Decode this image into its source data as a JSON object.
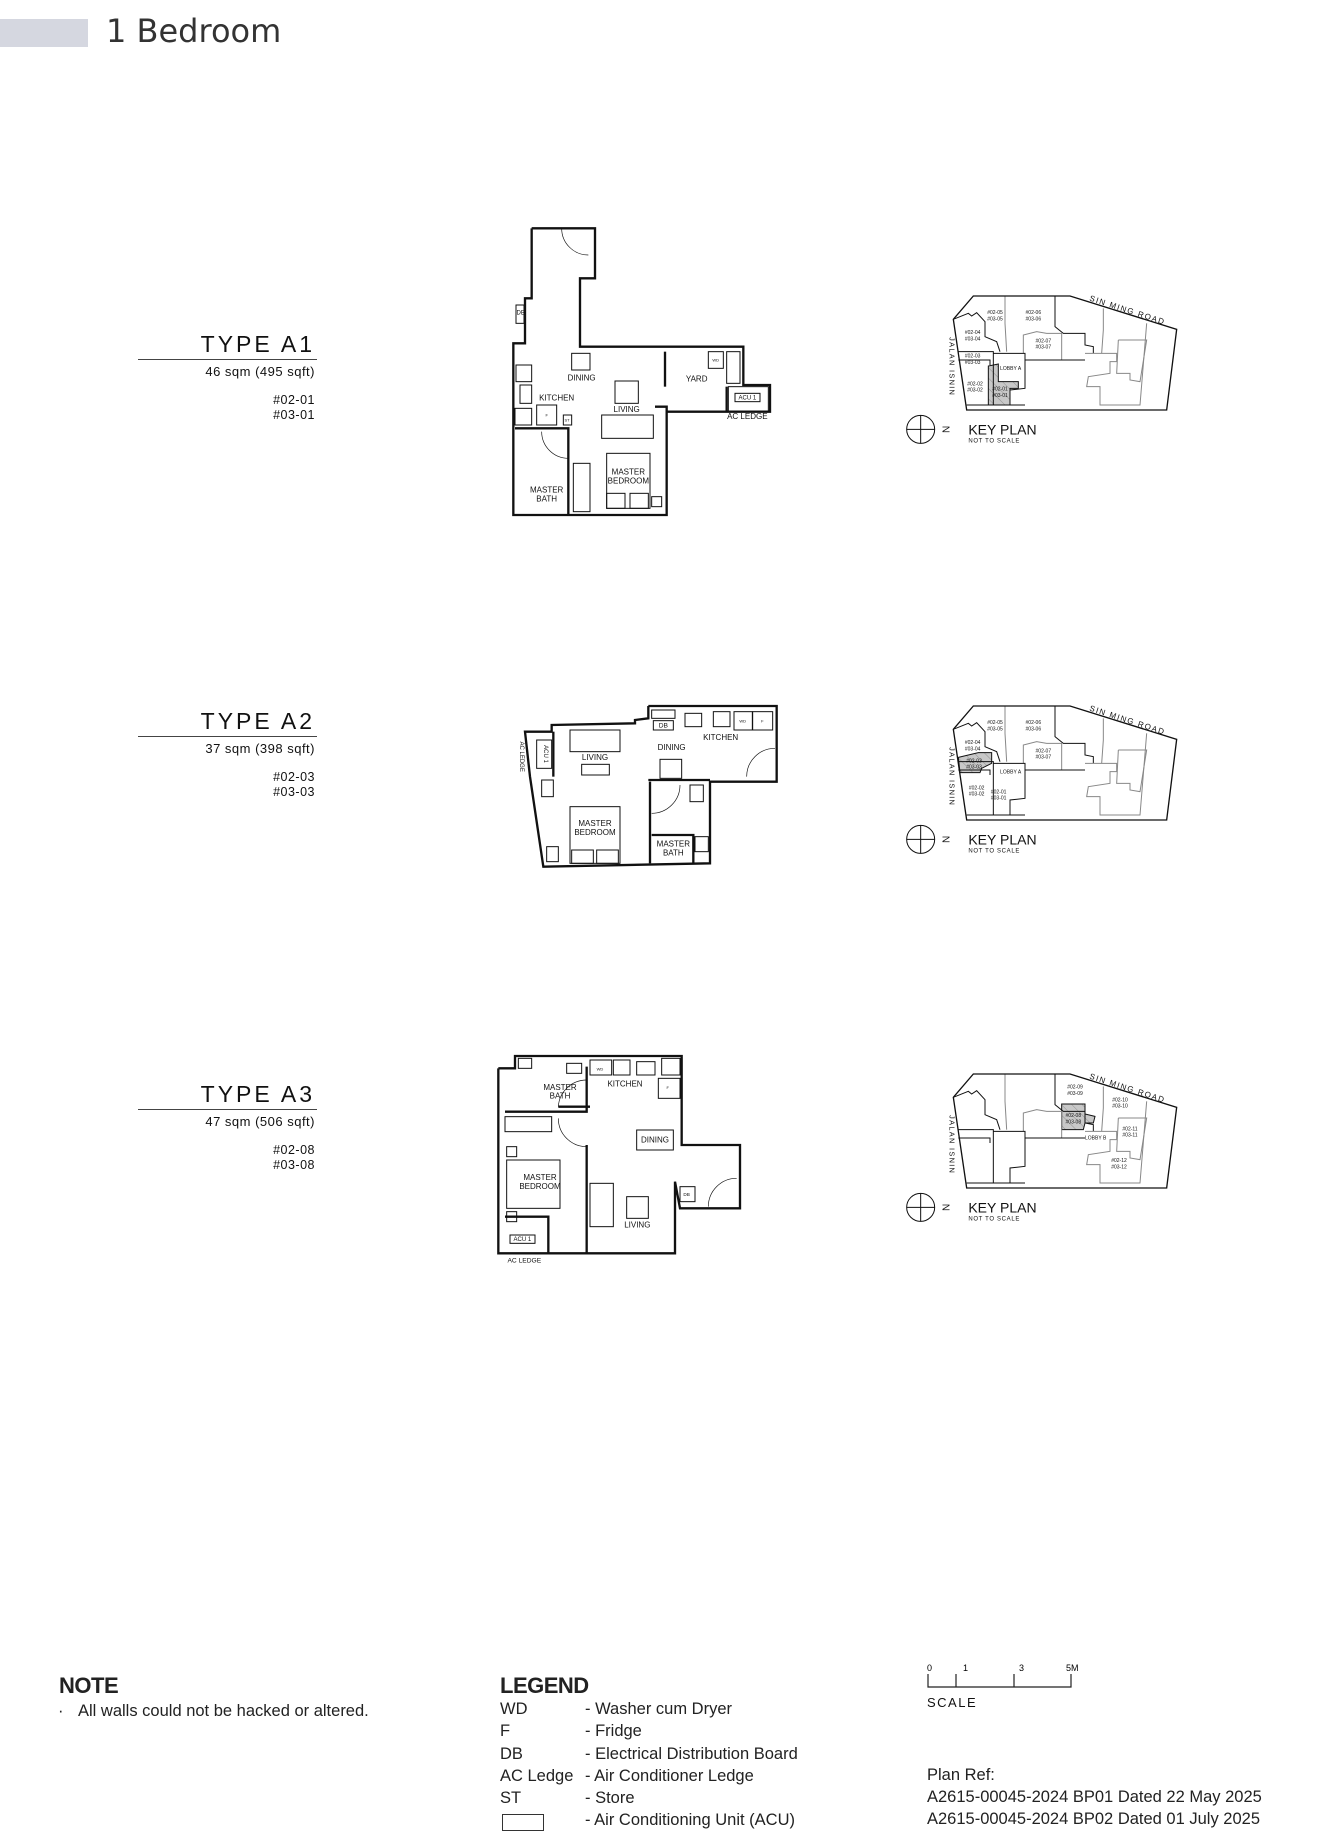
{
  "header": {
    "title": "1 Bedroom"
  },
  "unit_types": [
    {
      "name": "TYPE A1",
      "area": "46 sqm (495 sqft)",
      "units": [
        "#02-01",
        "#03-01"
      ],
      "rooms": {
        "dining": "DINING",
        "kitchen": "KITCHEN",
        "living": "LIVING",
        "yard": "YARD",
        "wd": "WD",
        "acu": "ACU 1",
        "ac_ledge": "AC LEDGE",
        "bed1": "MASTER",
        "bed2": "BEDROOM",
        "bath1": "MASTER",
        "bath2": "BATH",
        "fridge": "F",
        "store": "ST",
        "db": "DB"
      },
      "key_plan": {
        "units": [
          [
            "#02-05",
            "#03-05"
          ],
          [
            "#02-06",
            "#03-06"
          ],
          [
            "#02-04",
            "#03-04"
          ],
          [
            "#02-07",
            "#03-07"
          ],
          [
            "#02-03",
            "#03-03"
          ],
          [
            "#02-02",
            "#03-02"
          ],
          [
            "#02-01",
            "#03-01"
          ]
        ],
        "lobby": "LOBBY A",
        "highlight": "#02-01"
      }
    },
    {
      "name": "TYPE A2",
      "area": "37 sqm (398 sqft)",
      "units": [
        "#02-03",
        "#03-03"
      ],
      "rooms": {
        "living": "LIVING",
        "dining": "DINING",
        "kitchen": "KITCHEN",
        "bed1": "MASTER",
        "bed2": "BEDROOM",
        "bath1": "MASTER",
        "bath2": "BATH",
        "db": "DB",
        "acu": "ACU 1",
        "ac_ledge": "AC LEDGE",
        "wd": "WD",
        "fridge": "F"
      },
      "key_plan": {
        "units": [
          [
            "#02-05",
            "#03-05"
          ],
          [
            "#02-06",
            "#03-06"
          ],
          [
            "#02-04",
            "#03-04"
          ],
          [
            "#02-07",
            "#03-07"
          ],
          [
            "#02-03",
            "#03-03"
          ],
          [
            "#02-02",
            "#03-02"
          ],
          [
            "#02-01",
            "#03-01"
          ]
        ],
        "lobby": "LOBBY A",
        "highlight": "#02-03"
      }
    },
    {
      "name": "TYPE A3",
      "area": "47 sqm (506 sqft)",
      "units": [
        "#02-08",
        "#03-08"
      ],
      "rooms": {
        "bath1": "MASTER",
        "bath2": "BATH",
        "kitchen": "KITCHEN",
        "dining": "DINING",
        "bed1": "MASTER",
        "bed2": "BEDROOM",
        "living": "LIVING",
        "acu": "ACU 1",
        "ac_ledge": "AC LEDGE",
        "db": "DB",
        "fridge": "F",
        "wd": "WD"
      },
      "key_plan": {
        "units": [
          [
            "#02-09",
            "#03-09"
          ],
          [
            "#02-10",
            "#03-10"
          ],
          [
            "#02-08",
            "#03-08"
          ],
          [
            "#02-11",
            "#03-11"
          ],
          [
            "#02-12",
            "#03-12"
          ]
        ],
        "lobby": "LOBBY B",
        "highlight": "#02-08"
      }
    }
  ],
  "key_plan_common": {
    "title": "KEY PLAN",
    "subtitle": "NOT TO SCALE",
    "road_top": "SIN MING ROAD",
    "road_left": "JALAN ISNIN",
    "north": "N",
    "highlight_color": "#c8c8c8"
  },
  "note": {
    "heading": "NOTE",
    "bullet": "·",
    "items": [
      "All walls could not be hacked or altered."
    ]
  },
  "legend": {
    "heading": "LEGEND",
    "items": [
      {
        "abbr": "WD",
        "desc": "Washer cum Dryer"
      },
      {
        "abbr": "F",
        "desc": "Fridge"
      },
      {
        "abbr": "DB",
        "desc": "Electrical Distribution Board"
      },
      {
        "abbr": "AC Ledge",
        "desc": "Air Conditioner Ledge"
      },
      {
        "abbr": "ST",
        "desc": "Store"
      },
      {
        "abbr": "",
        "desc": "Air Conditioning Unit (ACU)"
      }
    ]
  },
  "scale": {
    "label": "SCALE",
    "ticks": [
      "0",
      "1",
      "3",
      "5M"
    ]
  },
  "plan_ref": {
    "heading": "Plan Ref:",
    "lines": [
      "A2615-00045-2024 BP01 Dated 22 May 2025",
      "A2615-00045-2024 BP02 Dated 01 July 2025"
    ]
  }
}
